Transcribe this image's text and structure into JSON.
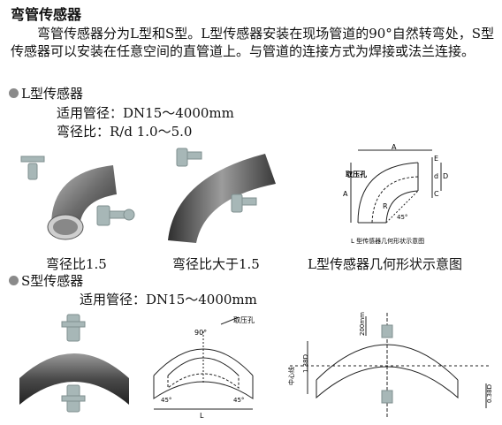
{
  "title": "弯管传感器",
  "intro": "弯管传感器分为L型和S型。L型传感器安装在现场管道的90°自然转弯处，S型传感器可以安装在任意空间的直管道上。与管道的连接方式为焊接或法兰连接。",
  "l_section": {
    "heading": "L型传感器",
    "spec_diameter": "适用管径：DN15～4000mm",
    "spec_ratio": "弯径比：R/d 1.0～5.0",
    "captions": [
      "弯径比1.5",
      "弯径比大于1.5",
      "L型传感器几何形状示意图"
    ],
    "diagram": {
      "labels": [
        "A",
        "E",
        "d",
        "D",
        "C",
        "A",
        "R",
        "45°"
      ],
      "tap_label": "取压孔",
      "caption": "L 型传感器几何形状示意图"
    }
  },
  "s_section": {
    "heading": "S型传感器",
    "spec_diameter": "适用管径：DN15～4000mm",
    "diagram_mid": {
      "angle": "90°",
      "tap_label": "取压孔",
      "angles": [
        "45°",
        "45°"
      ],
      "length": "L"
    },
    "diagram_right": {
      "top_dim": "200mm",
      "center_label": "中心线",
      "mid_dim": "1.38D",
      "bottom_dim": "0.38D"
    }
  },
  "colors": {
    "pipe_dark": "#3a3a3a",
    "pipe_light": "#9a9a9a",
    "text": "#111111"
  }
}
